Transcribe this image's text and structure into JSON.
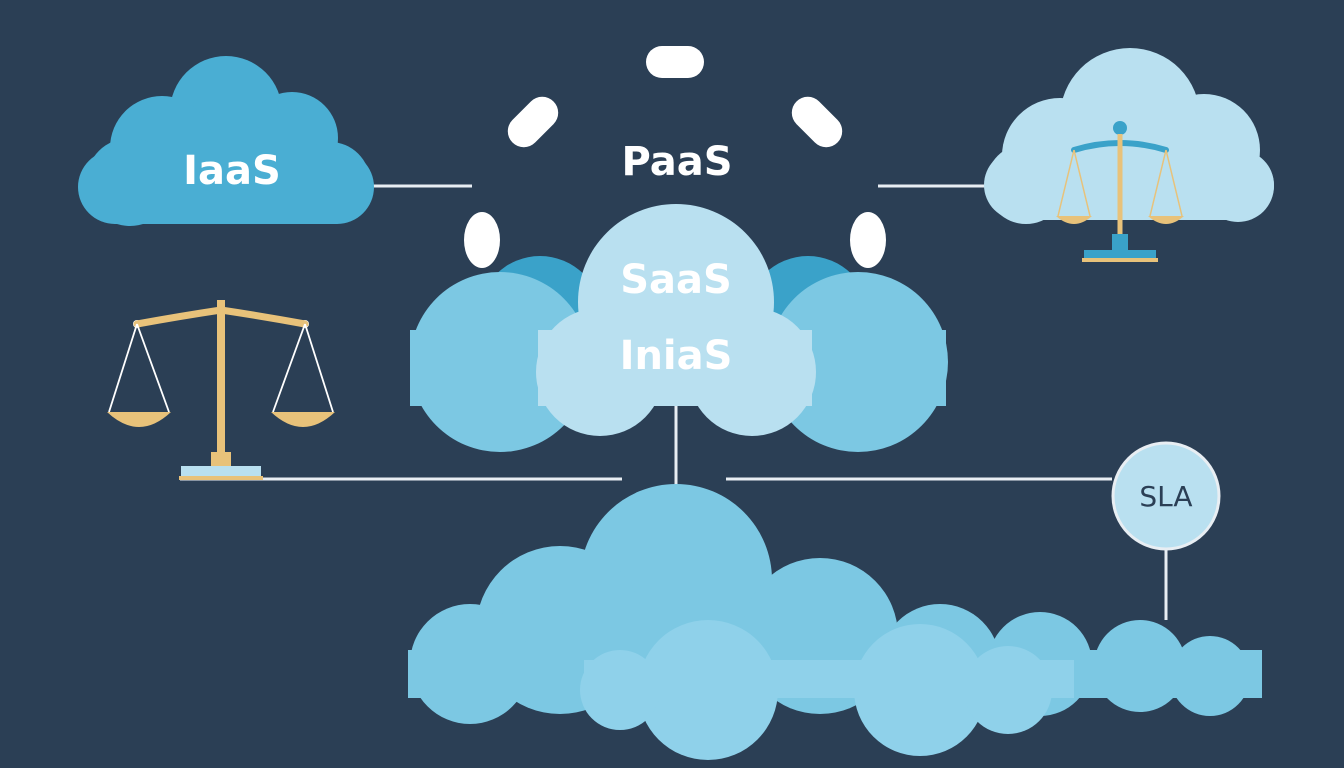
{
  "diagram": {
    "labels": {
      "iaas": "IaaS",
      "paas": "PaaS",
      "saas": "SaaS",
      "iniaS": "IniaS",
      "sla": "SLA"
    },
    "icons": {
      "left_scale": "balance-scale-icon",
      "right_scale": "balance-scale-icon"
    },
    "colors": {
      "background": "#2b3f55",
      "cloud_dark": "#4aaed3",
      "cloud_mid": "#7cc8e3",
      "cloud_light": "#b9e0f0",
      "line": "#e8eef3",
      "gold": "#e8c27a"
    }
  }
}
